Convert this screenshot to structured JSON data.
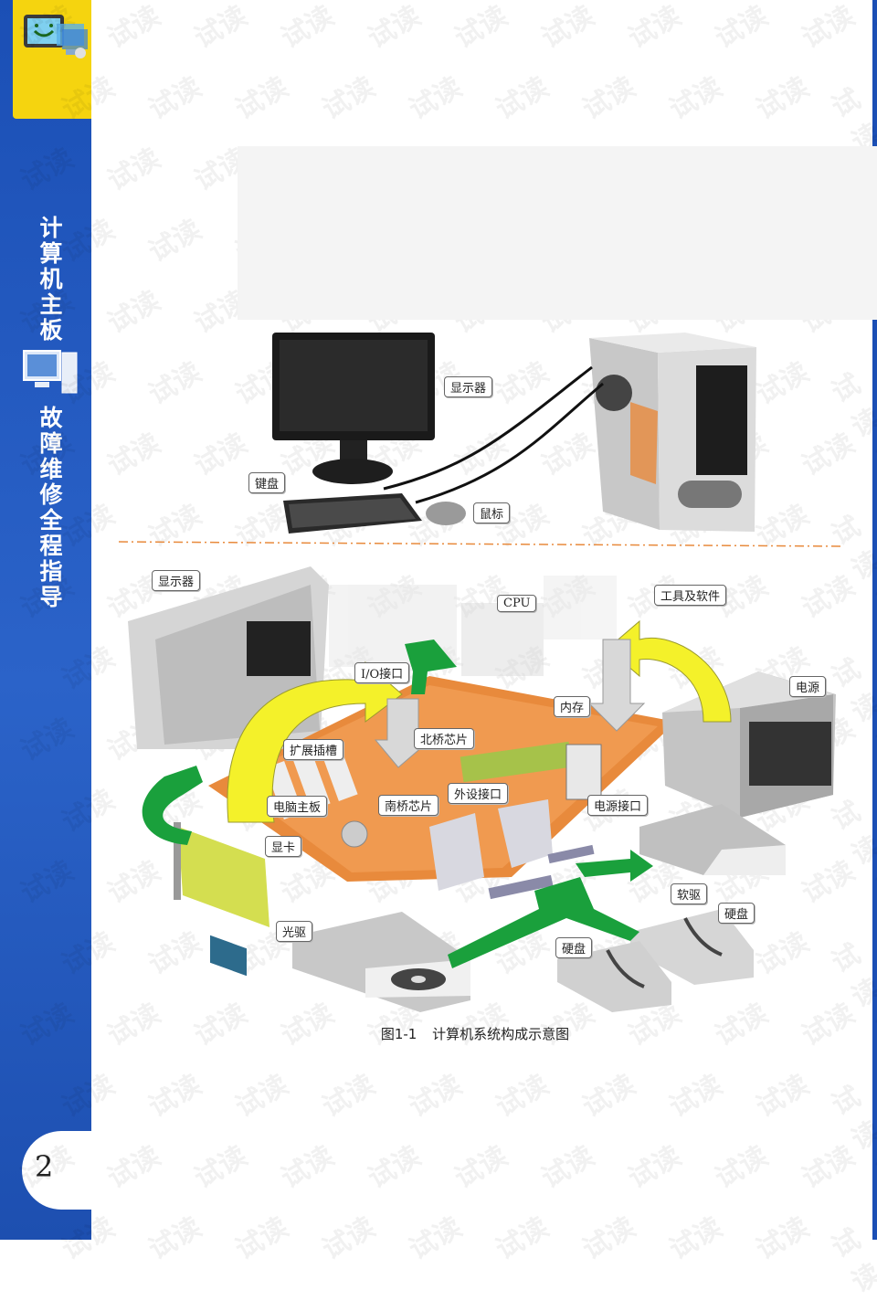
{
  "sidebar": {
    "title_chars": [
      "计",
      "算",
      "机",
      "主",
      "板"
    ],
    "subtitle_chars": [
      "故",
      "障",
      "维",
      "修",
      "全",
      "程",
      "指",
      "导"
    ],
    "page_number": "2"
  },
  "watermark_text": "试读",
  "figure": {
    "labels": {
      "monitor_top": "显示器",
      "keyboard": "键盘",
      "mouse": "鼠标",
      "monitor": "显示器",
      "cpu": "CPU",
      "tools": "工具及软件",
      "io_port": "I/O接口",
      "memory": "内存",
      "power": "电源",
      "expansion": "扩展插槽",
      "northbridge": "北桥芯片",
      "ext_port": "外设接口",
      "motherboard": "电脑主板",
      "southbridge": "南桥芯片",
      "power_port": "电源接口",
      "gpu": "显卡",
      "floppy": "软驱",
      "hdd1": "硬盘",
      "hdd2": "硬盘",
      "optical": "光驱"
    },
    "caption_number": "图1-1",
    "caption_title": "计算机系统构成示意图"
  },
  "colors": {
    "sidebar": "#1b4fb5",
    "accent_yellow": "#f5d40f",
    "arrow_green": "#1aa03c",
    "arrow_yellow": "#f4f12a",
    "board_orange": "#e88a3c"
  }
}
